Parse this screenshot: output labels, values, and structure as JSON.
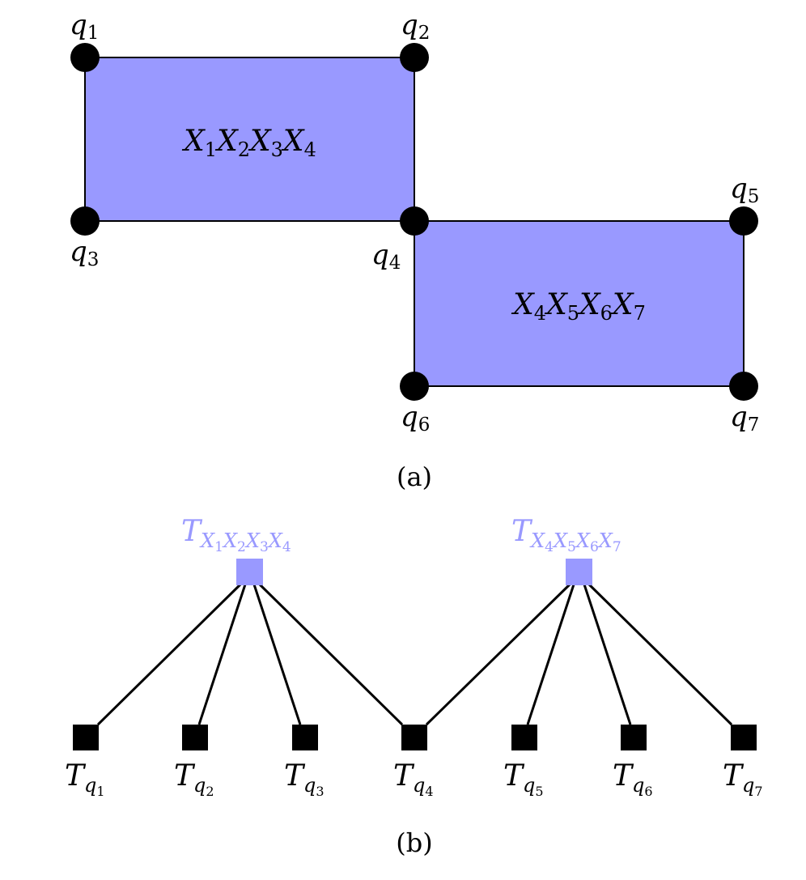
{
  "colors": {
    "plaquette_fill": "#9999ff",
    "plaquette_tensor": "#9999ff",
    "qubit_node": "#000000",
    "qubit_tensor": "#000000",
    "edge": "#000000"
  },
  "panel_a": {
    "caption": "(a)",
    "qubits": [
      {
        "id": "q1",
        "base": "q",
        "sub": "1"
      },
      {
        "id": "q2",
        "base": "q",
        "sub": "2"
      },
      {
        "id": "q3",
        "base": "q",
        "sub": "3"
      },
      {
        "id": "q4",
        "base": "q",
        "sub": "4"
      },
      {
        "id": "q5",
        "base": "q",
        "sub": "5"
      },
      {
        "id": "q6",
        "base": "q",
        "sub": "6"
      },
      {
        "id": "q7",
        "base": "q",
        "sub": "7"
      }
    ],
    "plaquettes": [
      {
        "id": "p1",
        "terms": [
          {
            "base": "X",
            "sub": "1"
          },
          {
            "base": "X",
            "sub": "2"
          },
          {
            "base": "X",
            "sub": "3"
          },
          {
            "base": "X",
            "sub": "4"
          }
        ],
        "qubits": [
          "q1",
          "q2",
          "q3",
          "q4"
        ]
      },
      {
        "id": "p2",
        "terms": [
          {
            "base": "X",
            "sub": "4"
          },
          {
            "base": "X",
            "sub": "5"
          },
          {
            "base": "X",
            "sub": "6"
          },
          {
            "base": "X",
            "sub": "7"
          }
        ],
        "qubits": [
          "q4",
          "q5",
          "q6",
          "q7"
        ]
      }
    ]
  },
  "panel_b": {
    "caption": "(b)",
    "plaquette_tensors": [
      {
        "id": "tp1",
        "base": "T",
        "subs": [
          "1",
          "2",
          "3",
          "4"
        ],
        "connects": [
          "q1",
          "q2",
          "q3",
          "q4"
        ]
      },
      {
        "id": "tp2",
        "base": "T",
        "subs": [
          "4",
          "5",
          "6",
          "7"
        ],
        "connects": [
          "q4",
          "q5",
          "q6",
          "q7"
        ]
      }
    ],
    "qubit_tensors": [
      {
        "id": "q1",
        "base": "T",
        "sub": "q",
        "subsub": "1"
      },
      {
        "id": "q2",
        "base": "T",
        "sub": "q",
        "subsub": "2"
      },
      {
        "id": "q3",
        "base": "T",
        "sub": "q",
        "subsub": "3"
      },
      {
        "id": "q4",
        "base": "T",
        "sub": "q",
        "subsub": "4"
      },
      {
        "id": "q5",
        "base": "T",
        "sub": "q",
        "subsub": "5"
      },
      {
        "id": "q6",
        "base": "T",
        "sub": "q",
        "subsub": "6"
      },
      {
        "id": "q7",
        "base": "T",
        "sub": "q",
        "subsub": "7"
      }
    ]
  }
}
